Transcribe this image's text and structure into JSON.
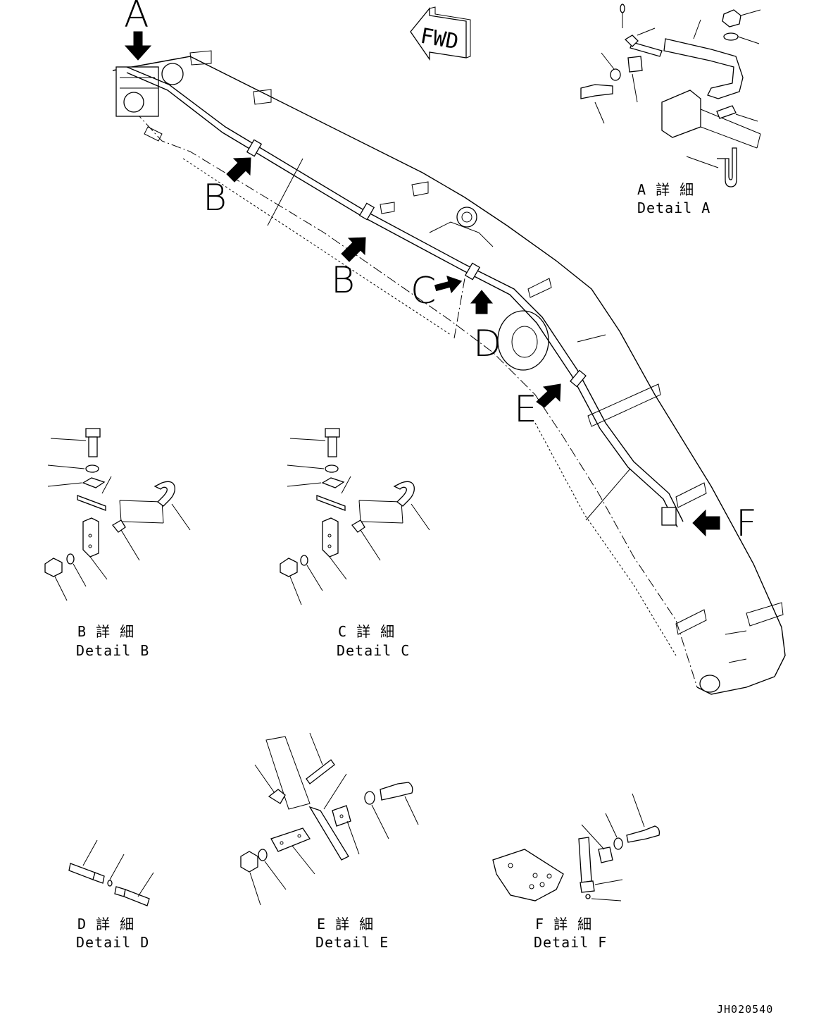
{
  "fwd_label": "FWD",
  "callouts": {
    "a": "A",
    "b1": "B",
    "b2": "B",
    "c": "C",
    "d": "D",
    "e": "E",
    "f": "F"
  },
  "details": {
    "a": {
      "jp": "A 詳 細",
      "en": "Detail A"
    },
    "b": {
      "jp": "B 詳 細",
      "en": "Detail B"
    },
    "c": {
      "jp": "C 詳 細",
      "en": "Detail C"
    },
    "d": {
      "jp": "D 詳 細",
      "en": "Detail D"
    },
    "e": {
      "jp": "E 詳 細",
      "en": "Detail E"
    },
    "f": {
      "jp": "F 詳 細",
      "en": "Detail F"
    }
  },
  "drawing_code": "JH020540"
}
